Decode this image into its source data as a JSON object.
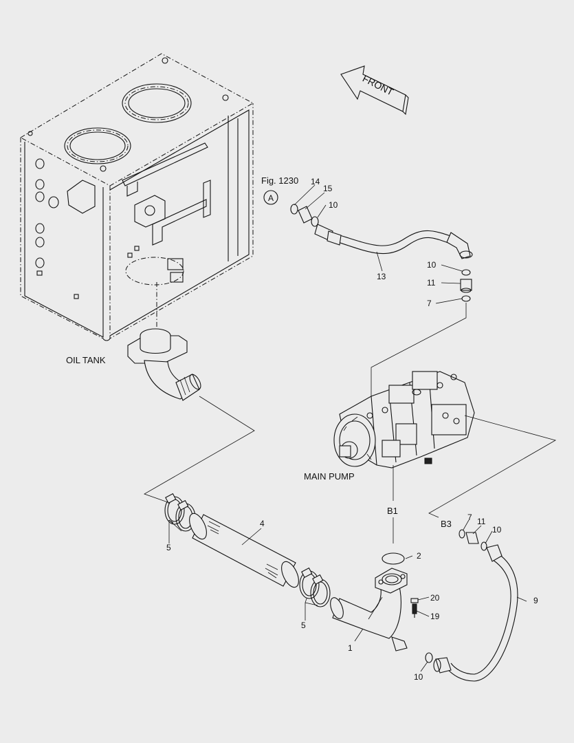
{
  "labels": {
    "front": "FRONT",
    "fig_ref": "Fig. 1230",
    "view_a": "A",
    "oil_tank": "OIL TANK",
    "main_pump": "MAIN PUMP",
    "port_b1": "B1",
    "port_b3": "B3"
  },
  "callouts": {
    "c14": "14",
    "c15": "15",
    "c10_top": "10",
    "c13": "13",
    "c10_b": "10",
    "c11_b": "11",
    "c7_b": "7",
    "c5_a": "5",
    "c4": "4",
    "c2": "2",
    "c20": "20",
    "c19": "19",
    "c5_b": "5",
    "c1": "1",
    "c10_low": "10",
    "c7_r": "7",
    "c11_r": "11",
    "c10_r": "10",
    "c9": "9"
  }
}
